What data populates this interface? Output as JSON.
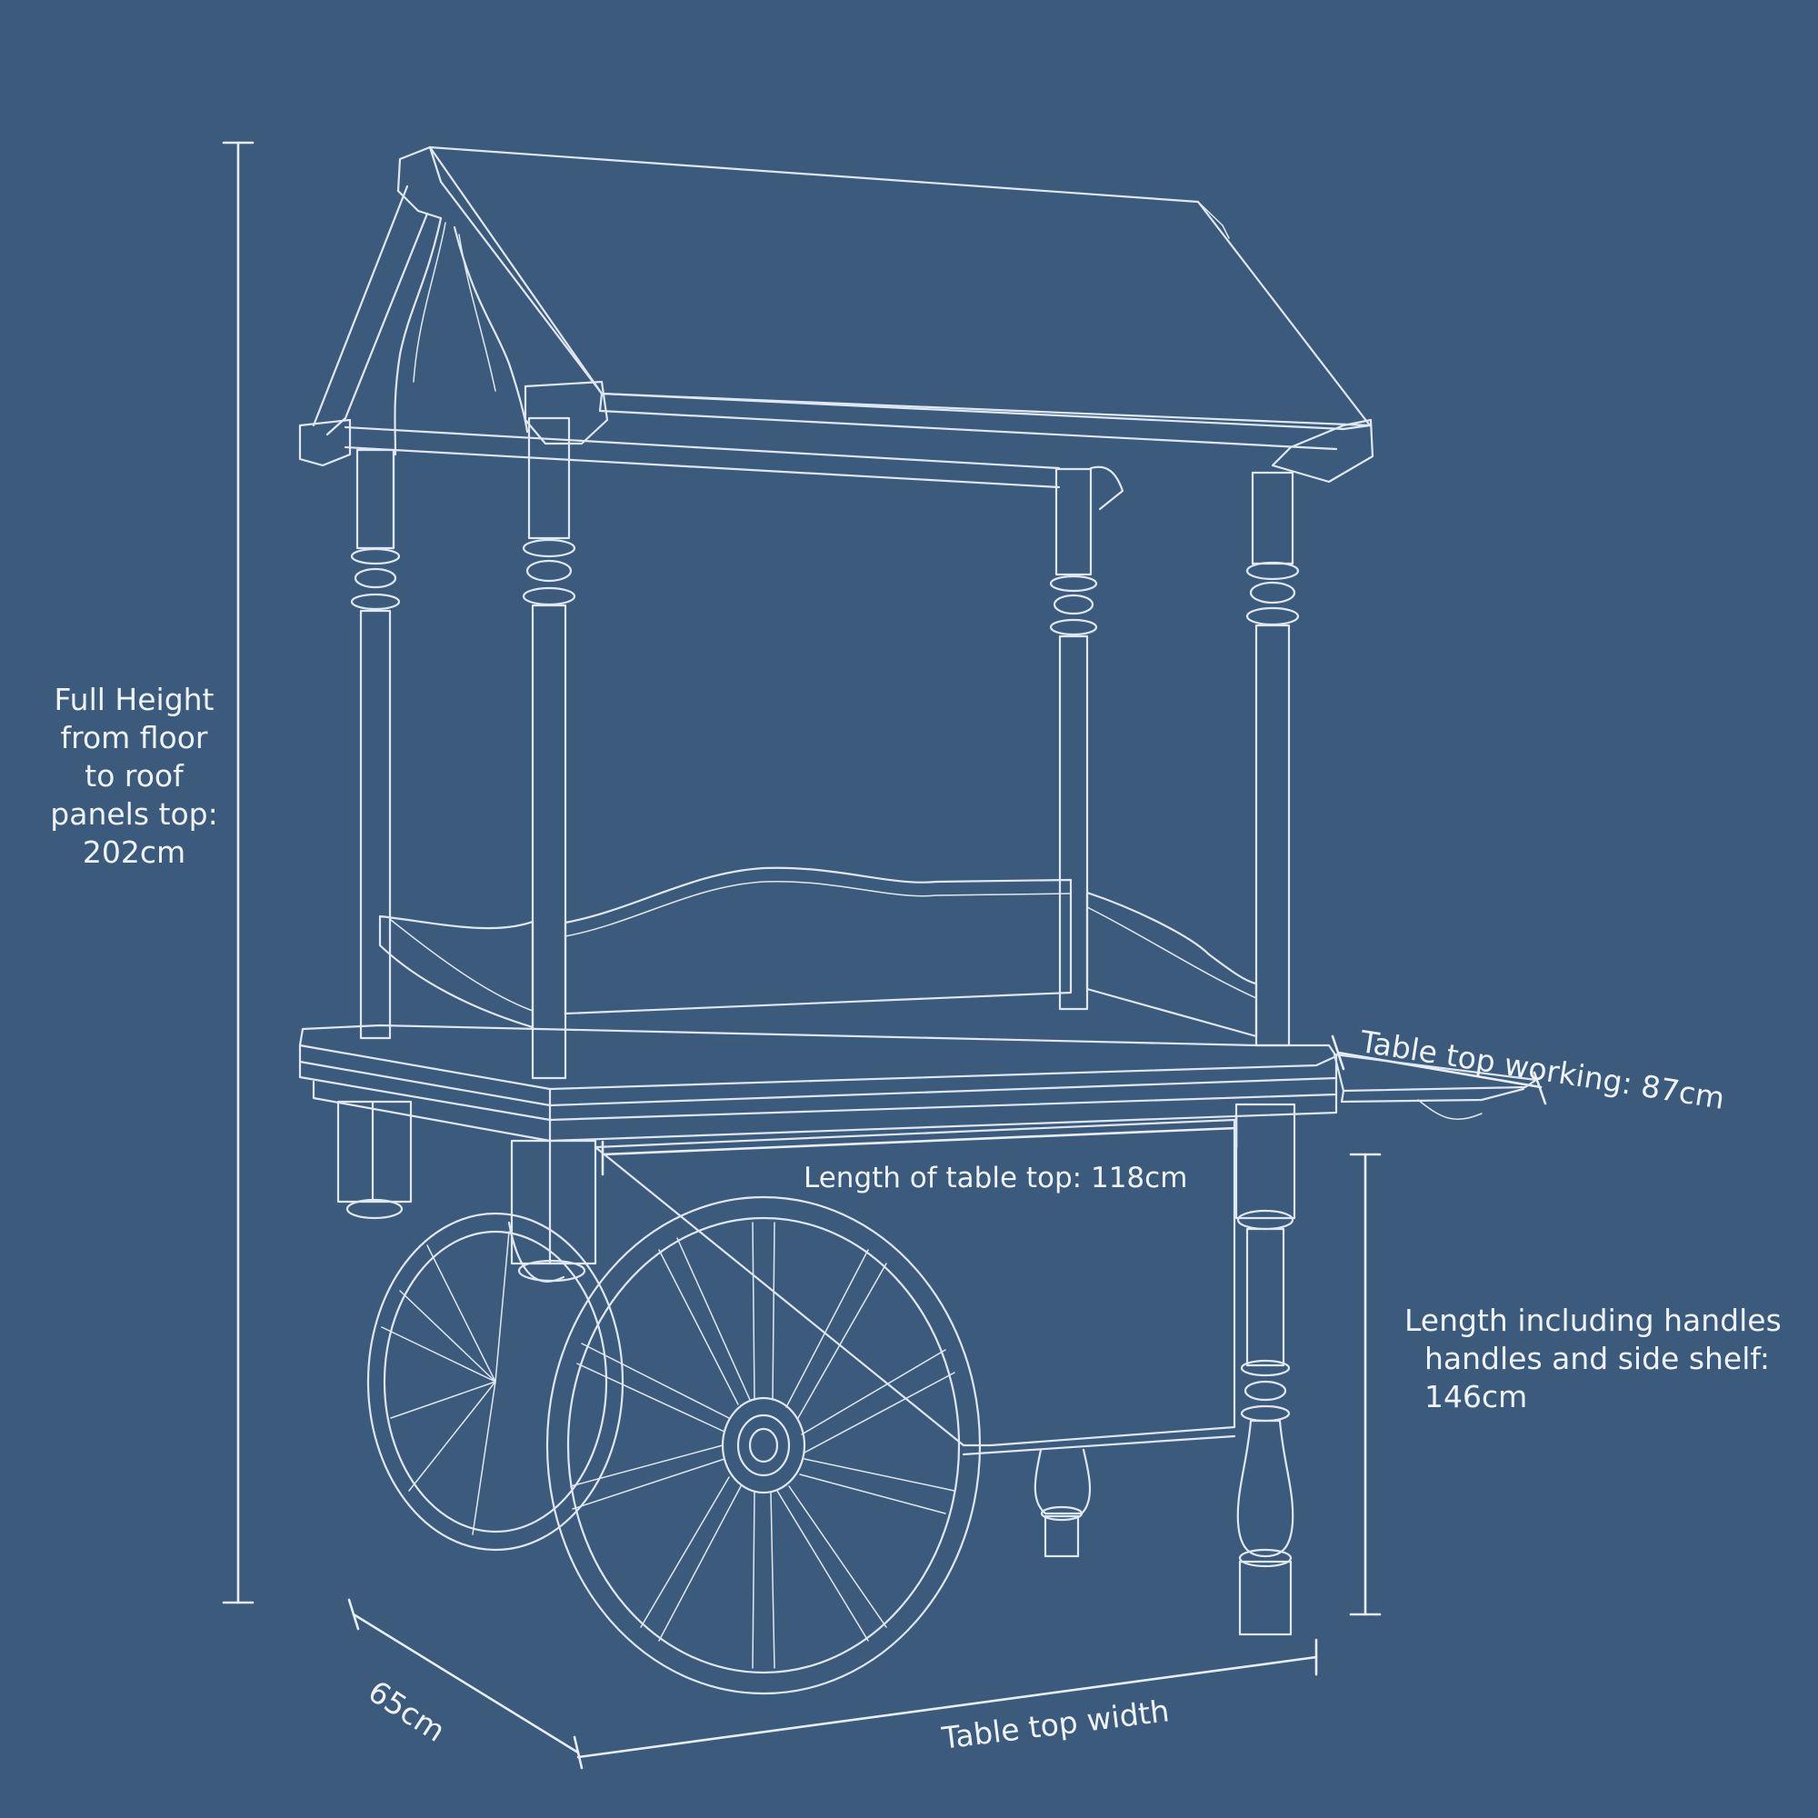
{
  "annotations": {
    "full_height": [
      "Full Height",
      "from floor",
      "to roof",
      "panels top:",
      "202cm"
    ],
    "table_top_working": "Table top working: 87cm",
    "length_table_top": "Length of table top: 118cm",
    "length_including": [
      "Length including handles",
      "handles and side shelf:",
      "146cm"
    ],
    "depth": "65cm",
    "table_top_width": "Table top width"
  },
  "colors": {
    "background": "#3b5a7c",
    "line": "#dfe8f1"
  }
}
